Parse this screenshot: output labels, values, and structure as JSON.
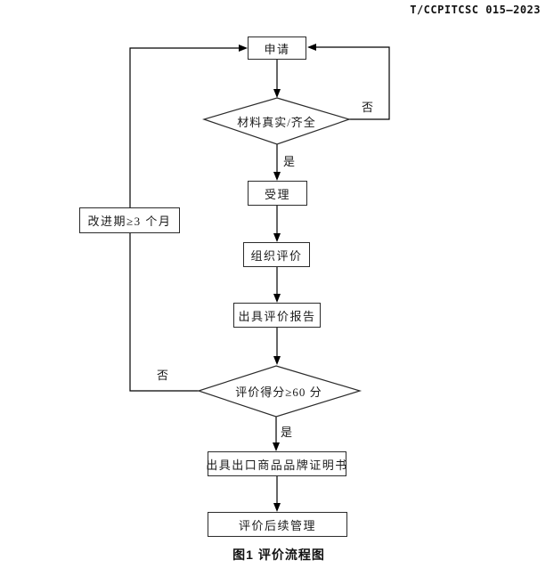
{
  "header": {
    "doc_number": "T/CCPITCSC 015—2023"
  },
  "flowchart": {
    "nodes": {
      "apply": "申请",
      "materials_check": "材料真实/齐全",
      "accept": "受理",
      "organize": "组织评价",
      "report": "出具评价报告",
      "score_check": "评价得分≥60 分",
      "certificate": "出具出口商品品牌证明书",
      "followup": "评价后续管理",
      "improvement": "改进期≥3 个月"
    },
    "labels": {
      "yes_materials": "是",
      "yes_score": "是",
      "no_materials": "否",
      "no_score": "否"
    }
  },
  "caption": "图1 评价流程图",
  "colors": {
    "line": "#000000",
    "node_border": "#2b2b2b",
    "background": "#ffffff",
    "text": "#1a1a1a"
  }
}
